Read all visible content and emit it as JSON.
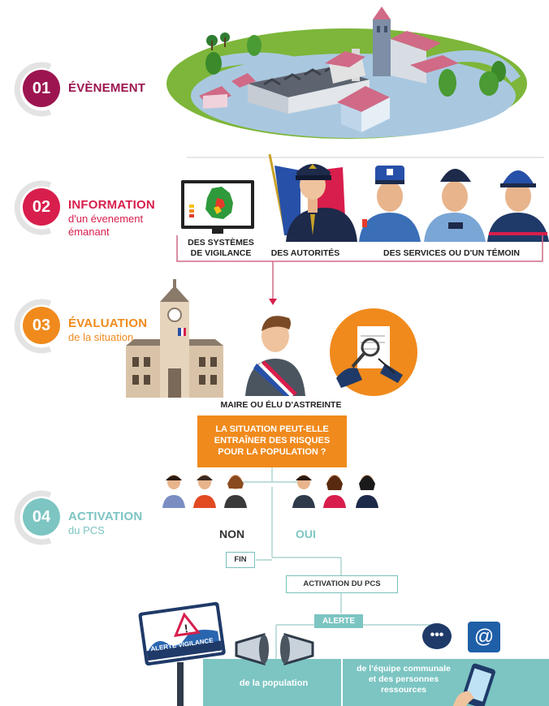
{
  "steps": [
    {
      "number": "01",
      "title": "ÉVÈNEMENT",
      "subtitle": [],
      "color": "#9c1550"
    },
    {
      "number": "02",
      "title": "INFORMATION",
      "subtitle": [
        "d'un évenement",
        "émanant"
      ],
      "color": "#d81e4c"
    },
    {
      "number": "03",
      "title": "ÉVALUATION",
      "subtitle": [
        "de la situation"
      ],
      "color": "#f08a1c"
    },
    {
      "number": "04",
      "title": "ACTIVATION",
      "subtitle": [
        "du PCS"
      ],
      "color": "#7cc5c2"
    }
  ],
  "sources": [
    {
      "label_lines": [
        "DES SYSTÈMES",
        "DE VIGILANCE"
      ]
    },
    {
      "label_lines": [
        "DES AUTORITÉS"
      ]
    },
    {
      "label_lines": [
        "DES SERVICES OU D'UN TÉMOIN"
      ]
    }
  ],
  "evaluation": {
    "role_label": "MAIRE OU ÉLU D'ASTREINTE",
    "question_lines": [
      "LA SITUATION PEUT-ELLE",
      "ENTRAÎNER DES RISQUES",
      "POUR LA POPULATION ?"
    ]
  },
  "decision": {
    "no_label": "NON",
    "yes_label": "OUI",
    "end_label": "FIN",
    "activation_label": "ACTIVATION DU PCS",
    "alert_label": "ALERTE"
  },
  "alert_targets": [
    {
      "lines": [
        "de la population"
      ]
    },
    {
      "lines": [
        "de l'équipe communale",
        "et des personnes",
        "ressources"
      ]
    }
  ],
  "sign": {
    "text": "ALERTE VIGILANCE",
    "icon": "warning-triangle-icon"
  },
  "colors": {
    "teal": "#7cc5c2",
    "orange": "#f08a1c",
    "red": "#d81e4c",
    "navy": "#1f3a68"
  }
}
